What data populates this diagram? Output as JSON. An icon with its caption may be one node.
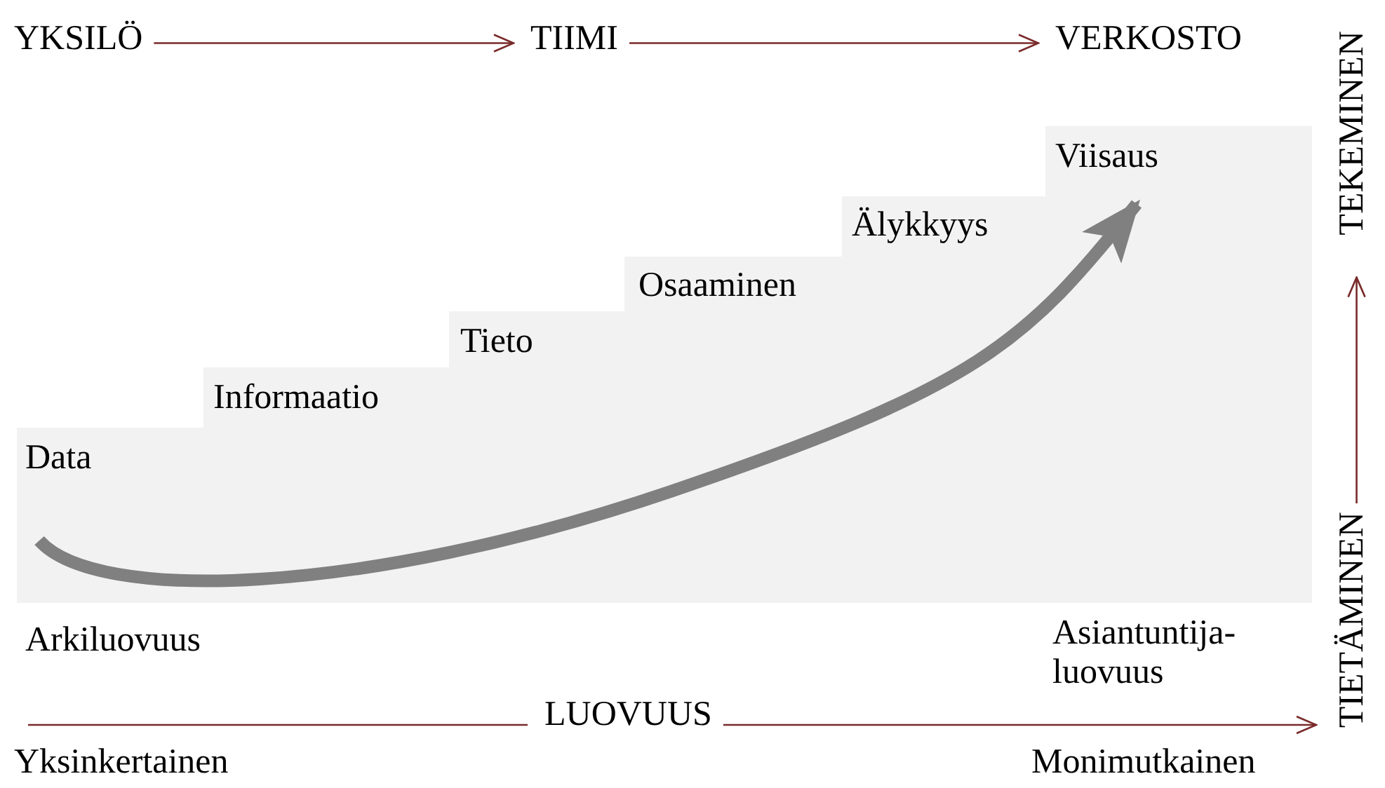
{
  "diagram": {
    "nodes": [
      {
        "text": [
          "YKSILÖ"
        ]
      },
      {
        "text": [
          "TIIMI"
        ]
      },
      {
        "text": [
          "VERKOSTO"
        ]
      },
      {
        "text": [
          "Data"
        ]
      },
      {
        "text": [
          "Informaatio"
        ]
      },
      {
        "text": [
          "Tieto"
        ]
      },
      {
        "text": [
          "Osaaminen"
        ]
      },
      {
        "text": [
          "Älykkyys"
        ]
      },
      {
        "text": [
          "Viisaus"
        ]
      },
      {
        "text": [
          "LUOVUUS"
        ]
      },
      {
        "text": [
          "TIETÄMINEN"
        ]
      },
      {
        "text": [
          "TEKEMINEN"
        ]
      }
    ],
    "edges": [
      {
        "from": 0,
        "to": 1,
        "arrow": "to"
      },
      {
        "from": 1,
        "to": 2,
        "arrow": "to"
      },
      {
        "from": 3,
        "to": 8,
        "arrow": "to",
        "style": "thick",
        "color": "#808080"
      },
      {
        "from": null,
        "to": 9,
        "arrow": "none"
      },
      {
        "from": 9,
        "to": 10,
        "arrow": "to"
      },
      {
        "from": 10,
        "to": 11,
        "arrow": "to"
      }
    ],
    "labels": [
      "Arkiluovuus",
      "Asiantuntija-luovuus",
      "Yksinkertainen",
      "Monimutkainen"
    ]
  }
}
